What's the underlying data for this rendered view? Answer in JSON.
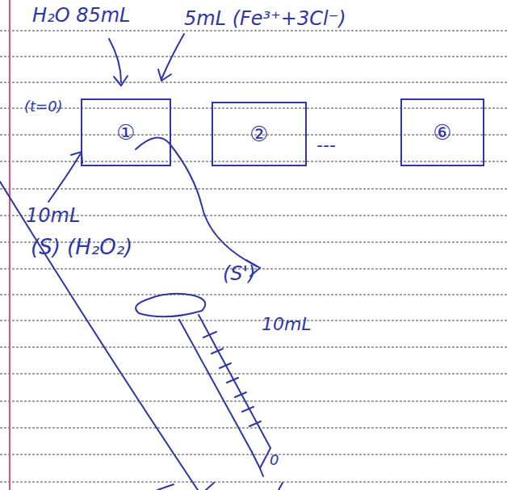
{
  "diagram": {
    "nodes": [
      {
        "text": [
          "①"
        ]
      },
      {
        "text": [
          "②"
        ]
      },
      {
        "text": [
          "⑥"
        ]
      }
    ],
    "labels": [
      "H₂O 85mL",
      "5mL (Fe³⁺+3Cl⁻)",
      "(t=0)",
      "---",
      "10mL",
      "(S) (H₂O₂)",
      "(S')",
      "10mL",
      "0"
    ]
  }
}
